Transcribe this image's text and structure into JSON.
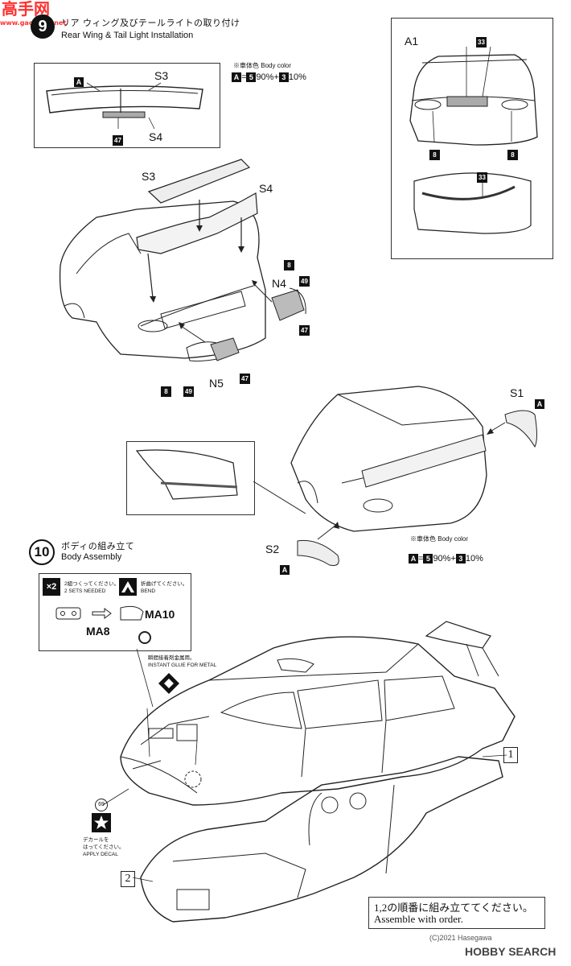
{
  "watermark": {
    "brand": "高手网",
    "site": "www.gaoshow.net"
  },
  "step9": {
    "number": "9",
    "title_jp": "リア ウィング及びテールライトの取り付け",
    "title_en": "Rear Wing & Tail Light Installation",
    "body_color_jp": "※車体色",
    "body_color_en": "Body color",
    "formula": {
      "a": "A",
      "eq": "=",
      "c1": "5",
      "p1": "90%",
      "plus": "+",
      "c2": "3",
      "p2": "10%"
    },
    "labels": {
      "A": "A",
      "S3": "S3",
      "S4": "S4",
      "p47": "47",
      "S3b": "S3",
      "S4b": "S4",
      "p8": "8",
      "N4": "N4",
      "p49": "49",
      "p47b": "47",
      "p8b": "8",
      "p49b": "49",
      "N5": "N5",
      "p47c": "47",
      "A1": "A1",
      "p33": "33",
      "p8c": "8",
      "p8d": "8",
      "p33b": "33",
      "S1": "S1",
      "A2": "A",
      "S2": "S2",
      "A3": "A"
    }
  },
  "step10": {
    "number": "10",
    "title_jp": "ボディの組み立て",
    "title_en": "Body Assembly",
    "body_color_jp": "※車体色",
    "body_color_en": "Body color",
    "formula": {
      "a": "A",
      "eq": "=",
      "c1": "5",
      "p1": "90%",
      "plus": "+",
      "c2": "3",
      "p2": "10%"
    },
    "inset": {
      "x2": "×2",
      "sets_jp": "2組つくってください。",
      "sets_en": "2 SETS NEEDED",
      "bend_jp": "折曲げてください。",
      "bend_en": "BEND",
      "MA8": "MA8",
      "MA10": "MA10"
    },
    "glue_jp": "瞬間接着剤金属用。",
    "glue_en": "INSTANT GLUE FOR METAL",
    "decal_num": "69",
    "decal_jp1": "デカールを",
    "decal_jp2": "はってください。",
    "decal_en": "APPLY DECAL",
    "order1": "1",
    "order2": "2",
    "note_jp": "1,2の順番に組み立ててください。",
    "note_en": "Assemble with order."
  },
  "footer": {
    "copyright": "(C)2021 Hasegawa",
    "brand": "HOBBY SEARCH"
  }
}
